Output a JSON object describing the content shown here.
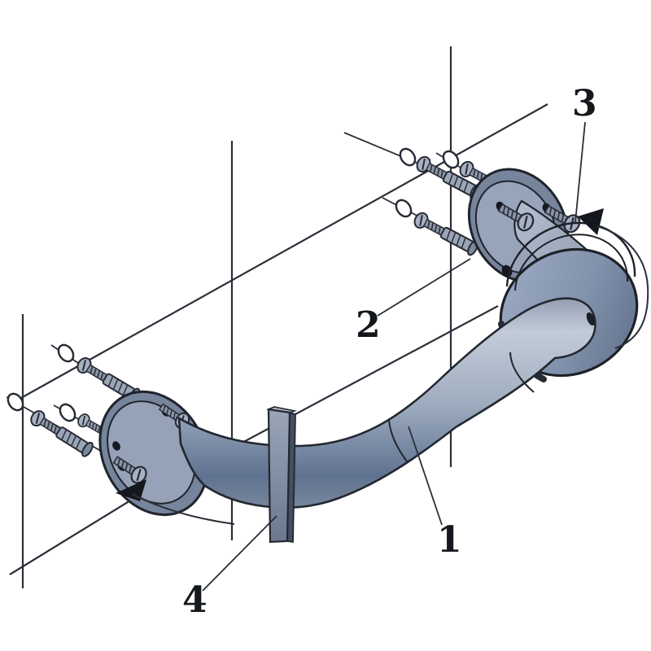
{
  "figure": {
    "type": "installation-diagram",
    "subject": "wall-mounted grab bar assembly",
    "background": "#ffffff"
  },
  "callouts": [
    {
      "number": "1",
      "target": "grab-bar-tube"
    },
    {
      "number": "2",
      "target": "wall-plug-anchor"
    },
    {
      "number": "3",
      "target": "flange-screw"
    },
    {
      "number": "4",
      "target": "cover-plate"
    }
  ],
  "icons": [
    "washer-icon",
    "wall-plug-icon",
    "screw-icon",
    "rotation-arrowhead-icon",
    "rotation-arc-icon"
  ],
  "colors": {
    "outline": "#23272f",
    "line": "#2b2f38",
    "tube_light": "#c3cbd8",
    "tube_mid": "#9fadc0",
    "tube_dark": "#5f7290",
    "flange_rim": "#76849c",
    "flange_face": "#95a2b7",
    "bell_light": "#9fadc5",
    "bell_dark": "#5d6c86",
    "plate_light": "#9aa5b7",
    "plate_dark": "#6b7890",
    "plate_side": "#454f63",
    "hardware": "#9aa5b7",
    "hole": "#15181f",
    "label": "#14171c"
  }
}
